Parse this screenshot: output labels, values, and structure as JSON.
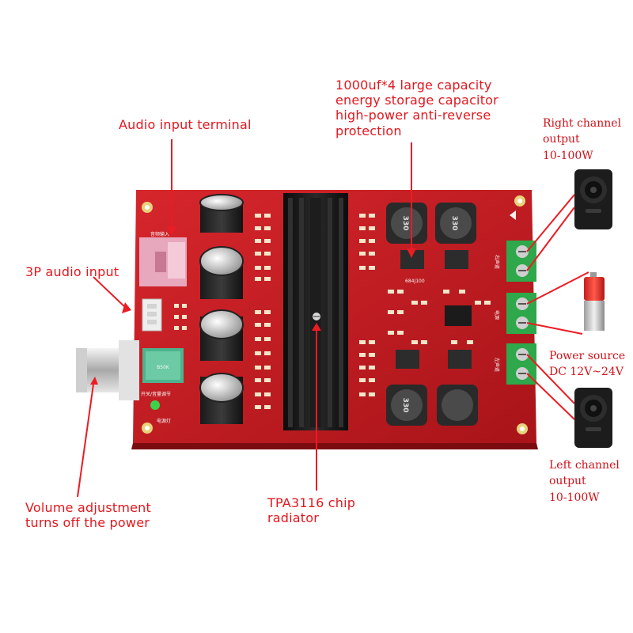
{
  "annotations": {
    "capacitor": [
      "1000uf*4 large capacity",
      "energy storage capacitor",
      "high-power anti-reverse",
      "protection"
    ],
    "audio_input_terminal": "Audio input terminal",
    "audio_3p": "3P audio input",
    "volume": [
      "Volume adjustment",
      "turns off the power"
    ],
    "chip": [
      "TPA3116 chip",
      "radiator"
    ],
    "right_channel": [
      "Right channel",
      "output",
      "10-100W"
    ],
    "power_source": [
      "Power source",
      "DC 12V~24V"
    ],
    "left_channel": [
      "Left channel",
      "output",
      "10-100W"
    ]
  },
  "board_silkscreen": {
    "audio_in": "音频输入",
    "switch_volume": "开关/音量调节",
    "power_led": "电源灯",
    "right_out": "右声道",
    "power": "电源",
    "left_out": "左声道",
    "pot_marking": "B50K",
    "inductor_marking": "330",
    "inductor_lower_marking": "684J100"
  },
  "colors": {
    "annotation_red": "#e3171e",
    "board_red": "#c01b22",
    "terminal_green": "#2ea84a",
    "heatsink_black": "#151515"
  }
}
